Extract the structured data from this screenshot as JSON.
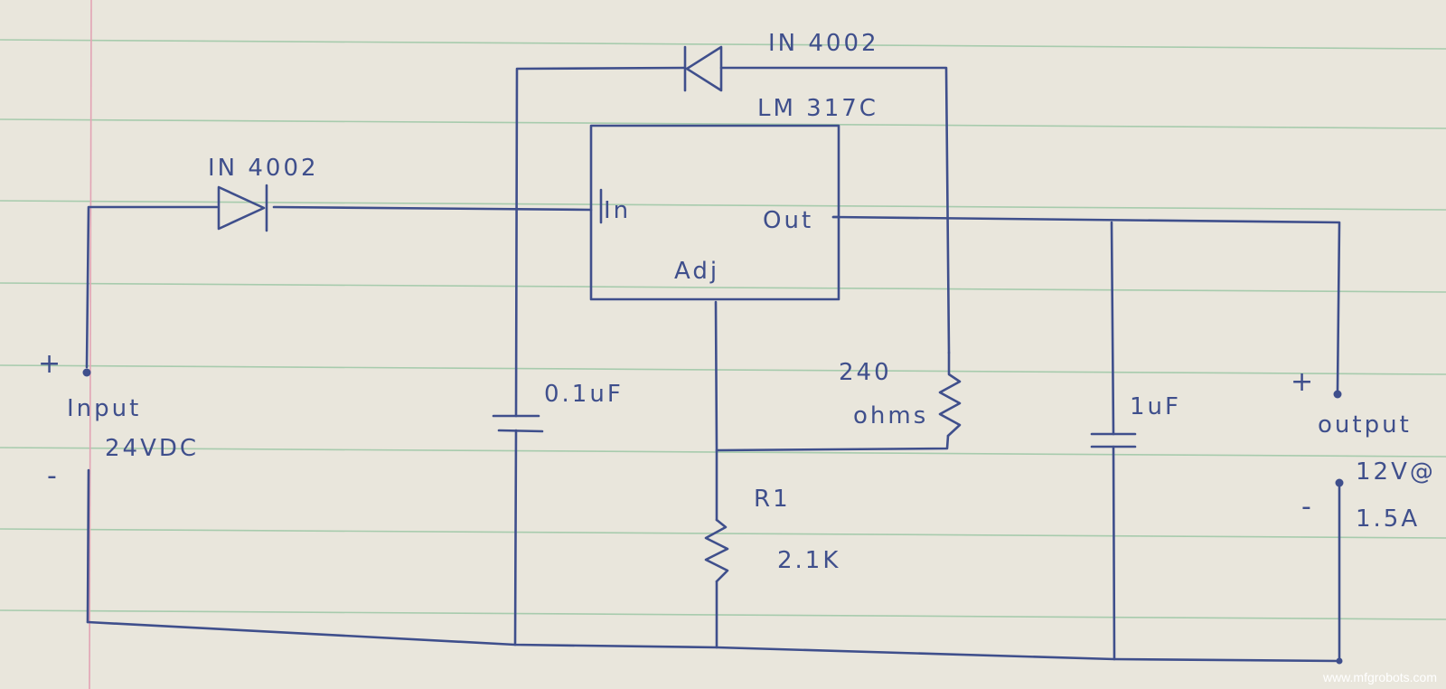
{
  "diagram": {
    "diode_top_label": "IN 4002",
    "regulator_label": "LM 317C",
    "diode_left_label": "IN 4002",
    "pin_in": "In",
    "pin_out": "Out",
    "pin_adj": "Adj",
    "input_plus": "+",
    "input_minus": "-",
    "input_label": "Input",
    "input_voltage": "24VDC",
    "cap_small": "0.1uF",
    "res_240_value": "240",
    "res_240_unit": "ohms",
    "cap_large": "1uF",
    "r1_name": "R1",
    "r1_value": "2.1K",
    "output_plus": "+",
    "output_minus": "-",
    "output_label": "output",
    "output_voltage": "12V@",
    "output_current": "1.5A"
  },
  "watermark": "www.mfgrobots.com",
  "colors": {
    "paper": "#e9e6dc",
    "ink": "#3f4f8c",
    "rule_line": "#9cc7a5",
    "margin_line": "#e2a3b4"
  }
}
